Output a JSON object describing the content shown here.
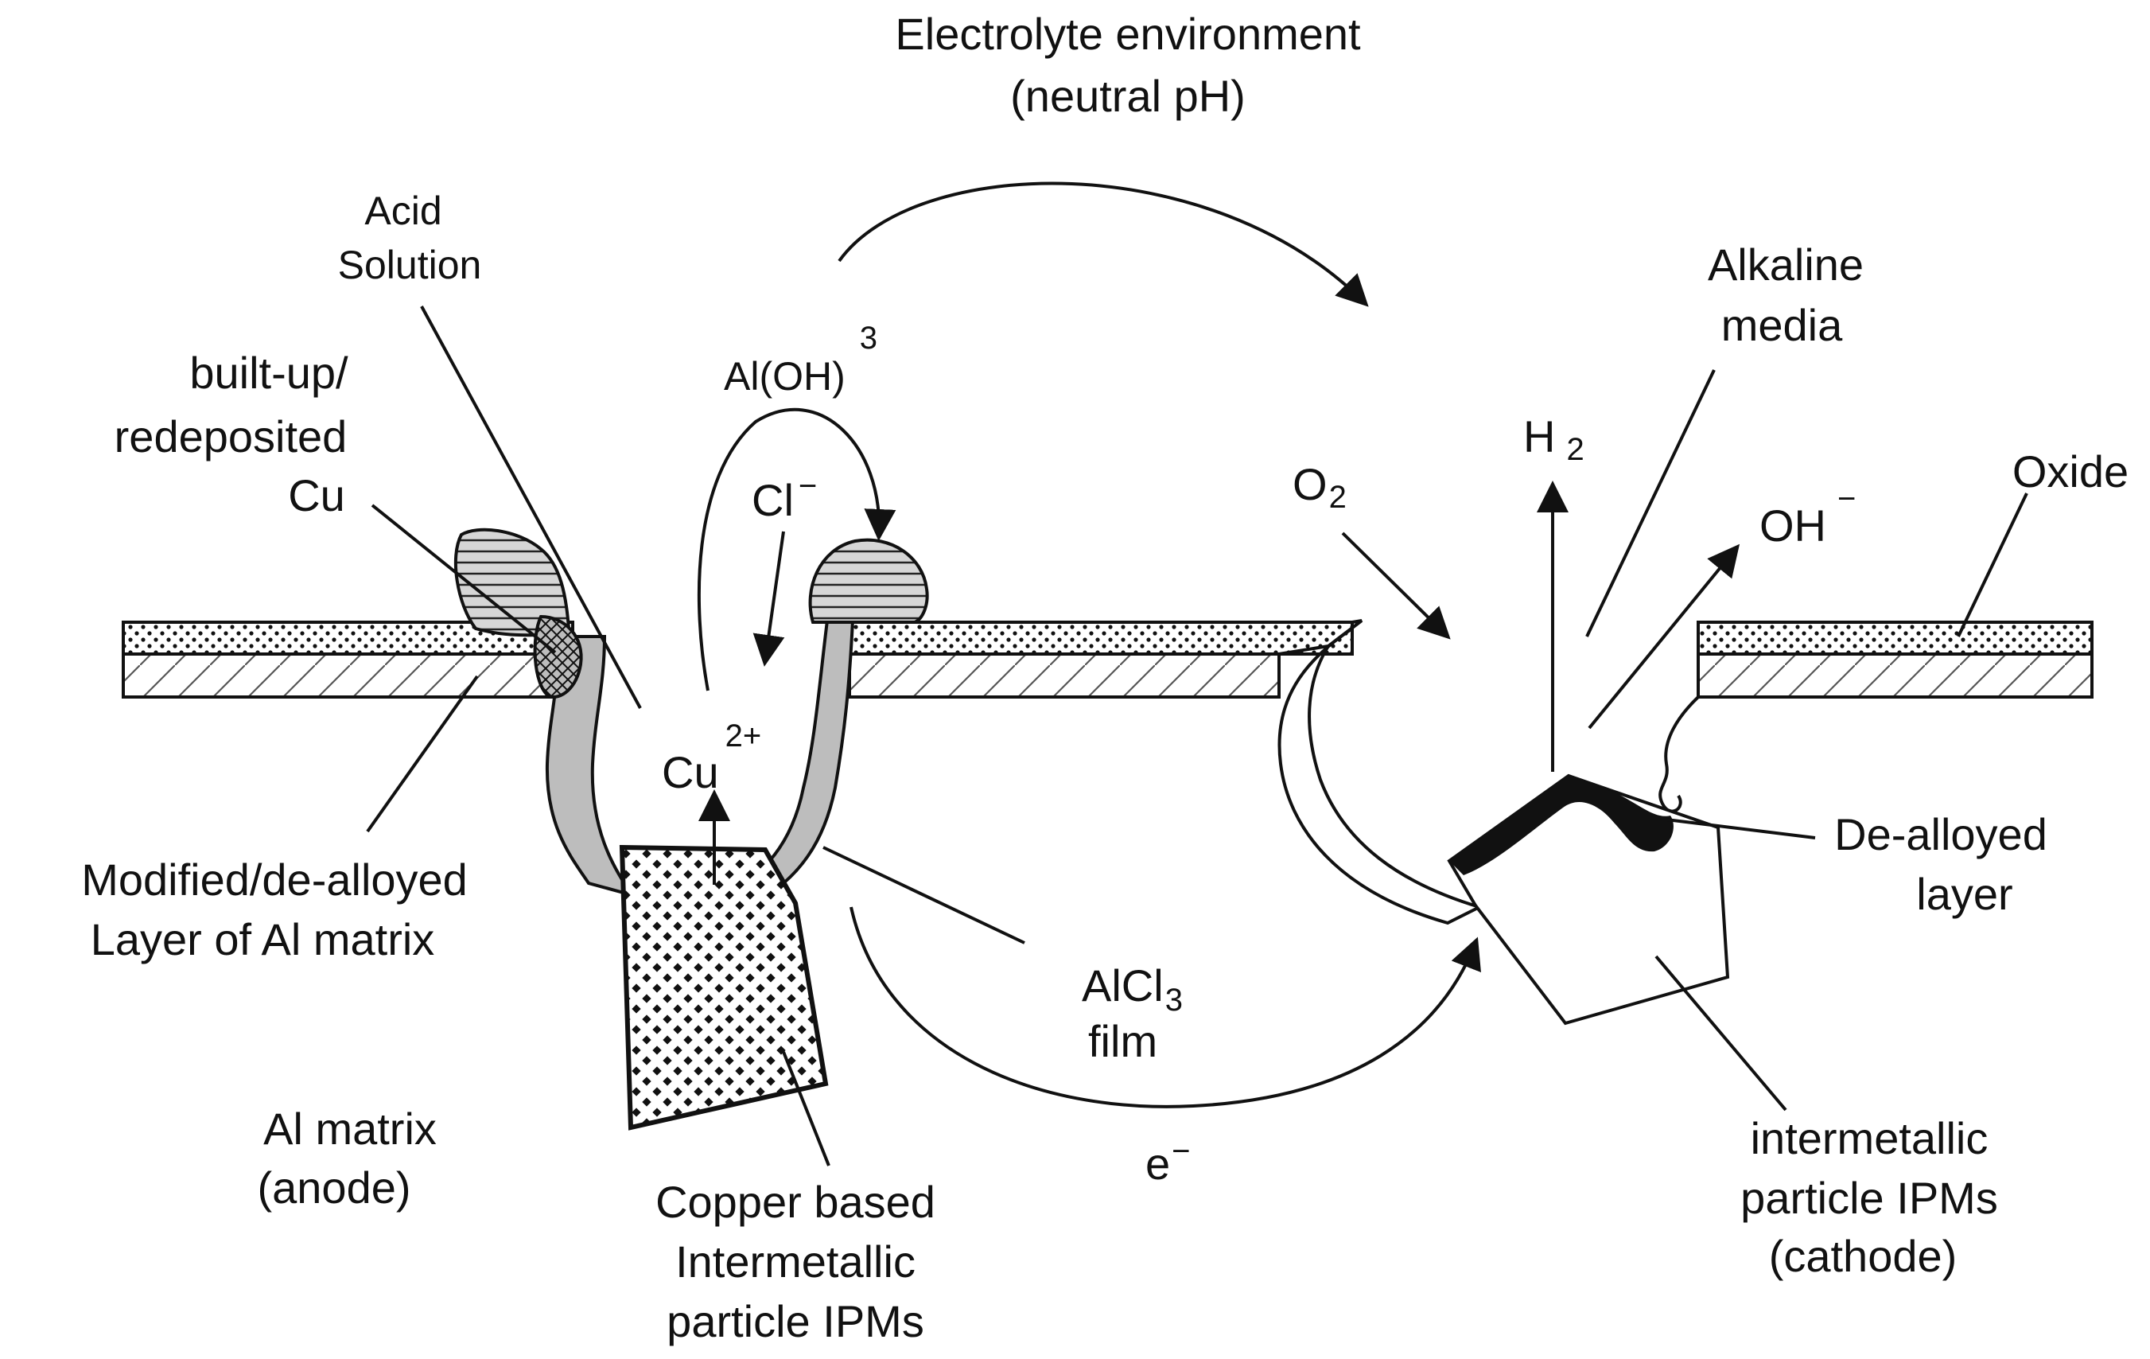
{
  "labels": {
    "electrolyte_line1": "Electrolyte environment",
    "electrolyte_line2": "(neutral pH)",
    "acid_line1": "Acid",
    "acid_line2": "Solution",
    "builtup_line1": "built-up/",
    "builtup_line2": "redeposited",
    "builtup_line3": "Cu",
    "aloh": "Al(OH)",
    "aloh_sub": "3",
    "cl": "Cl",
    "cl_sup": "−",
    "cu": "Cu",
    "cu_sup": "2+",
    "modified_line1": "Modified/de-alloyed",
    "modified_line2": "Layer of Al matrix",
    "al_matrix_line1": "Al matrix",
    "al_matrix_line2": "(anode)",
    "copper_line1": "Copper based",
    "copper_line2": "Intermetallic",
    "copper_line3": "particle IPMs",
    "alcl_main": "AlCl",
    "alcl_sub": "3",
    "alcl_line2": "film",
    "electron": "e",
    "electron_sup": "−",
    "o2": "O",
    "o2_sub": "2",
    "h2": "H",
    "h2_sub": "2",
    "oh": "OH",
    "oh_sup": "−",
    "alkaline_line1": "Alkaline",
    "alkaline_line2": "media",
    "oxide": "Oxide",
    "dealloyed_line1": "De-alloyed",
    "dealloyed_line2": "layer",
    "inter_line1": "intermetallic",
    "inter_line2": "particle IPMs",
    "inter_line3": "(cathode)"
  }
}
